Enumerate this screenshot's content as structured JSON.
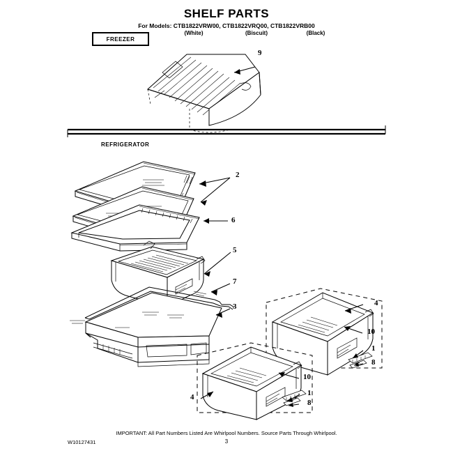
{
  "document": {
    "title": "SHELF PARTS",
    "models_line": "For Models: CTB1822VRW00, CTB1822VRQ00, CTB1822VRB00",
    "finishes": [
      "(White)",
      "(Biscuit)",
      "(Black)"
    ],
    "section_freezer": "FREEZER",
    "section_refrigerator": "REFRIGERATOR",
    "footnote": "IMPORTANT: All Part Numbers Listed Are Whirlpool Numbers. Source Parts Through Whirlpool.",
    "doc_number": "W10127431",
    "page_number": "3",
    "ink_color": "#000000",
    "background_color": "#ffffff"
  },
  "callouts": {
    "freezer_shelf": "9",
    "glass_shelf_upper": "2",
    "shelf_frame": "6",
    "deli_pan": "5",
    "deli_frame": "7",
    "crisper_cover": "3",
    "crisper_pan_right": "4",
    "crisper_pan_right_rail": "10",
    "crisper_pan_right_screw": "1",
    "crisper_pan_right_clip": "8",
    "crisper_pan_left": "4",
    "crisper_pan_left_rail": "10",
    "crisper_pan_left_screw": "1",
    "crisper_pan_left_clip": "8"
  }
}
